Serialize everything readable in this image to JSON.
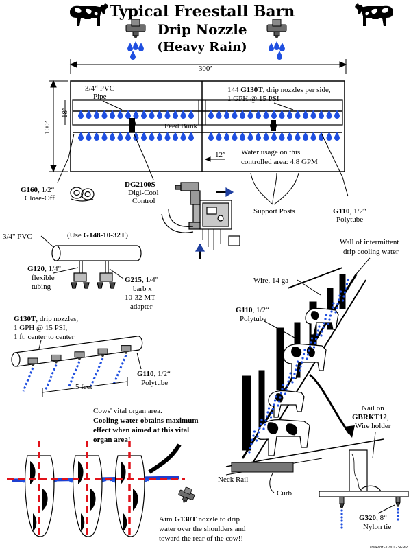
{
  "colors": {
    "water": "#1f4fe0",
    "ink": "#000000",
    "danger": "#e0121a",
    "gray": "#9a9a9a"
  },
  "title": {
    "line1": "Typical Freestall Barn",
    "line2": "Drip Nozzle",
    "line3": "(Heavy Rain)"
  },
  "icons": [
    "cow-icon",
    "drip-nozzle-icon"
  ],
  "barn": {
    "length": "300’",
    "width": "100’",
    "alley": "18’",
    "gap": "12’",
    "pipe": {
      "line1": "3/4“ PVC",
      "line2": "Pipe"
    },
    "nozzles": {
      "code": "G130T",
      "pre": "144 ",
      "post": ", drip nozzles per side,",
      "line2": "1 GPH @ 15 PSI"
    },
    "feed_bunk": "Feed Bunk",
    "usage": {
      "line1": "Water usage on this",
      "line2": "controlled area: 4.8 GPM"
    },
    "closeoff": {
      "code": "G160",
      "post": ", 1/2“",
      "line2": "Close-Off"
    },
    "control": {
      "code": "DG2100S",
      "line1": "Digi-Cool",
      "line2": "Control"
    },
    "posts": "Support Posts",
    "polytube": {
      "code": "G110",
      "post": ", 1/2“",
      "line2": "Polytube"
    }
  },
  "detail_pvc": {
    "pvc": "3/4\" PVC",
    "use_pre": "(Use ",
    "use_code": "G148-10-32T",
    "use_post": ")",
    "tubing": {
      "code": "G120",
      "post": ", 1/4\"",
      "line2": "flexible",
      "line3": "tubing"
    },
    "adapter": {
      "code": "G215",
      "post": ", 1/4\"",
      "line2": "barb x",
      "line3": "10-32 MT",
      "line4": "adapter"
    }
  },
  "detail_nozzle": {
    "title": {
      "code": "G130T",
      "post": ", drip nozzles,",
      "line2": "1 GPH @ 15 PSI,",
      "line3": "1 ft. center to center"
    },
    "poly": {
      "code": "G110",
      "post": ", 1/2“",
      "line2": "Polytube"
    },
    "spacing": "5 feet"
  },
  "stall": {
    "wall": {
      "line1": "Wall of intermittent",
      "line2": "drip cooling water"
    },
    "wire": "Wire, 14 ga",
    "poly": {
      "code": "G110",
      "post": ", 1/2“",
      "line2": "Polytube"
    },
    "nail": {
      "line1": "Nail on",
      "code": "GBRKT12",
      "post": ",",
      "line3": "Wire holder"
    },
    "neck_rail": "Neck Rail",
    "curb": "Curb",
    "tie": {
      "code": "G320",
      "post": ", 8“",
      "line2": "Nylon tie"
    }
  },
  "vital": {
    "line1": "Cows' vital organ area.",
    "bold1": "Cooling water obtains maximum",
    "bold2": "effect when aimed at this vital",
    "bold3": "organ area!"
  },
  "aim": {
    "pre": "Aim ",
    "code": "G130T",
    "post": " nozzle to drip",
    "line2": "water over the shoulders and",
    "line3": "toward the rear of the cow!!"
  },
  "footer": "cow4cdz - 07/01 - SEMP"
}
